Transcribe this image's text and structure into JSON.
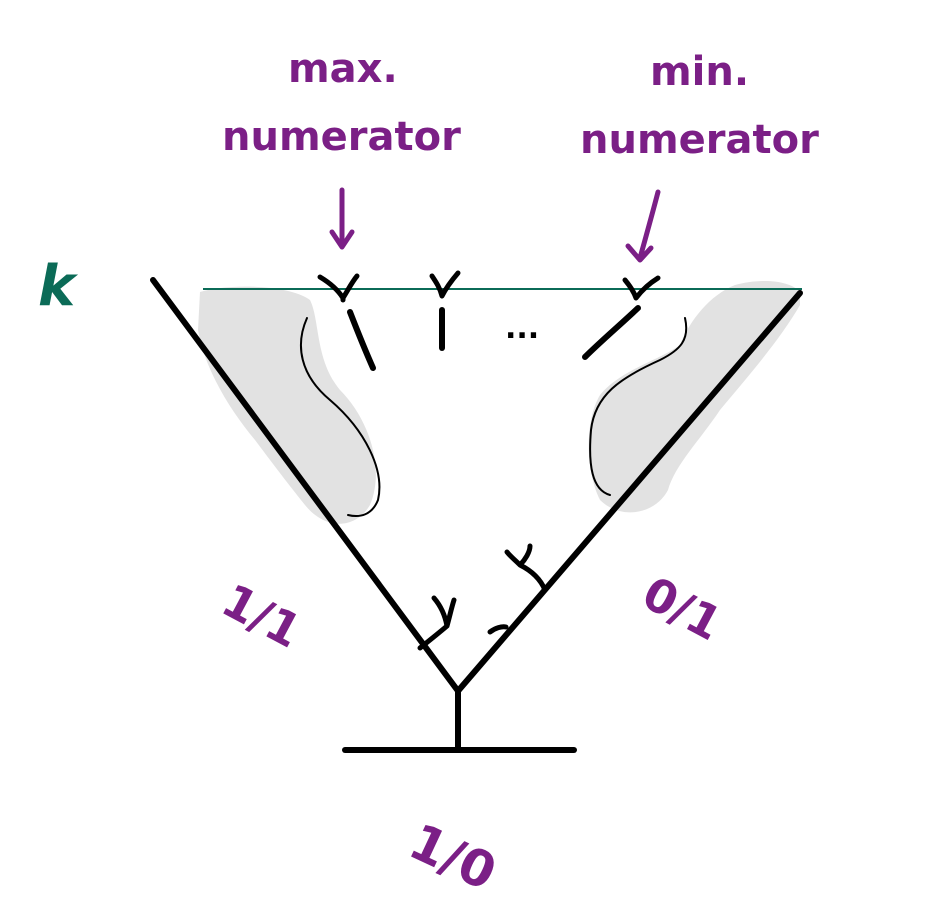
{
  "labels": {
    "level": "k",
    "max_line1": "max.",
    "max_line2": "numerator",
    "min_line1": "min.",
    "min_line2": "numerator",
    "ellipsis": "...",
    "left_fraction": "1/1",
    "right_fraction": "0/1",
    "bottom_fraction": "1/0"
  },
  "colors": {
    "label_purple": "#7b1f86",
    "level_green": "#0b6b57",
    "shading_gray": "#e0e0e0",
    "ink_black": "#000000"
  }
}
